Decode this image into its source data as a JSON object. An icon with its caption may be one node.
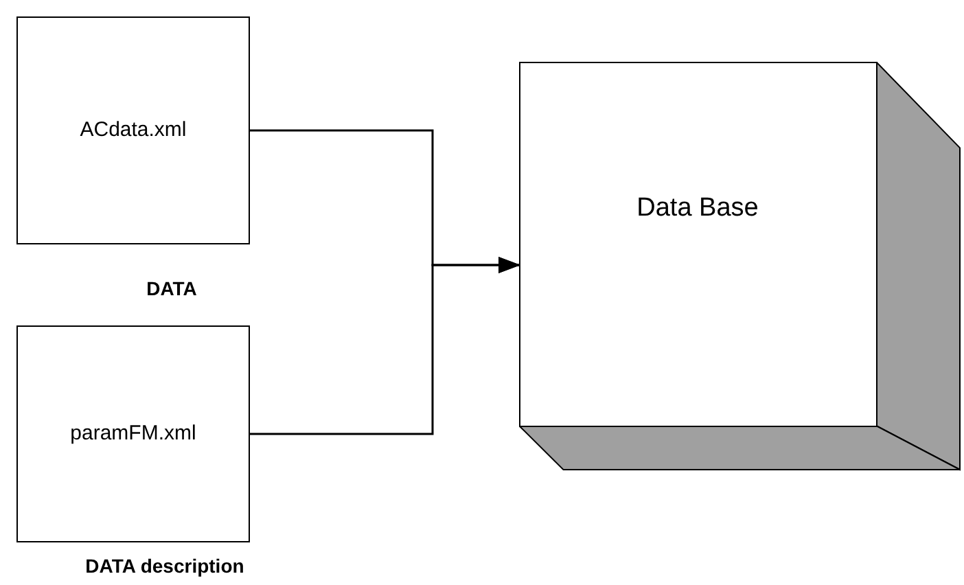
{
  "diagram": {
    "nodes": [
      {
        "text": [
          "ACdata.xml"
        ],
        "beside": [
          "DATA"
        ]
      },
      {
        "text": [
          "paramFM.xml"
        ],
        "beside": [
          "DATA description"
        ]
      },
      {
        "text": [
          "Data Base"
        ]
      }
    ],
    "edges": [
      {
        "from": 0,
        "to": 2,
        "arrow": "to"
      },
      {
        "from": 1,
        "to": 2,
        "arrow": "to"
      }
    ]
  }
}
